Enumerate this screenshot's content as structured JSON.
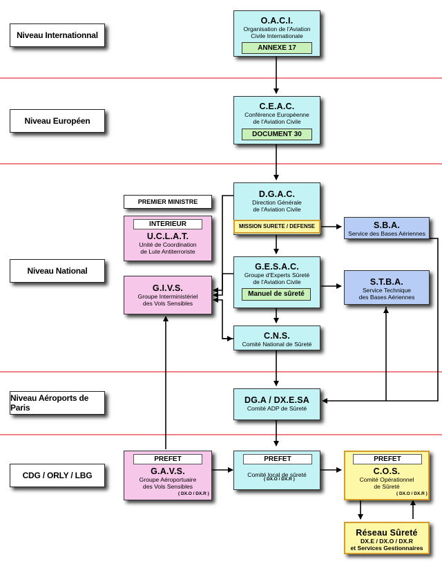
{
  "levels": {
    "international": "Niveau Internationnal",
    "europeen": "Niveau Européen",
    "national": "Niveau National",
    "aeroports": "Niveau Aéroports de Paris",
    "local": "CDG / ORLY / LBG"
  },
  "oaci": {
    "title": "O.A.C.I.",
    "line1": "Organisation de l'Aviation",
    "line2": "Civile Internationale",
    "tag": "ANNEXE 17"
  },
  "ceac": {
    "title": "C.E.A.C.",
    "line1": "Conférence Européenne",
    "line2": "de l'Aviation Civile",
    "tag": "DOCUMENT 30"
  },
  "premier_ministre": "PREMIER MINISTRE",
  "uclat": {
    "tag": "INTERIEUR",
    "title": "U.C.L.A.T.",
    "line1": "Unité de Coordination",
    "line2": "de Lute Antiterroriste"
  },
  "givs": {
    "title": "G.I.V.S.",
    "line1": "Groupe Interministériel",
    "line2": "des Vols Sensibles"
  },
  "dgac": {
    "title": "D.G.A.C.",
    "line1": "Direction Générale",
    "line2": "de l'Aviation Civile",
    "mission": "MISSION SURETE / DEFENSE"
  },
  "sba": {
    "title": "S.B.A.",
    "line1": "Service des Bases Aériennes"
  },
  "gesac": {
    "title": "G.E.S.A.C.",
    "line1": "Groupe d'Experts Sûreté",
    "line2": "de l'Aviation Civile",
    "tag": "Manuel de sûreté"
  },
  "stba": {
    "title": "S.T.B.A.",
    "line1": "Service Technique",
    "line2": "des Bases Aériennes"
  },
  "cns": {
    "title": "C.N.S.",
    "line1": "Comité National de Sûreté"
  },
  "dgaxesa": {
    "title": "DG.A / DX.E.SA",
    "line1": "Comité ADP de Sûreté"
  },
  "gavs": {
    "tag": "PREFET",
    "title": "G.A.V.S.",
    "line1": "Groupe Aéroportuaire",
    "line2": "des Vols Sensibles",
    "codes": "( DX.O / DX.R )"
  },
  "cls": {
    "tag": "PREFET",
    "line1": "Comité local de sûreté",
    "codes": "( DX.O / DX.R )"
  },
  "cos": {
    "tag": "PREFET",
    "title": "C.O.S.",
    "line1": "Comité Opérationnel",
    "line2": "de Sûreté",
    "codes": "( DX.O / DX.R )"
  },
  "reseau": {
    "title": "Réseau Sûreté",
    "line1": "DX.E / DX.O / DX.R",
    "line2": "et Services Gestionnaires"
  },
  "colors": {
    "cyan": "#c4f3f5",
    "pink": "#f7c7ea",
    "blue": "#b7cdf5",
    "yellow": "#fdf7a8",
    "green": "#c7f1b8",
    "separator": "#f0808a"
  }
}
